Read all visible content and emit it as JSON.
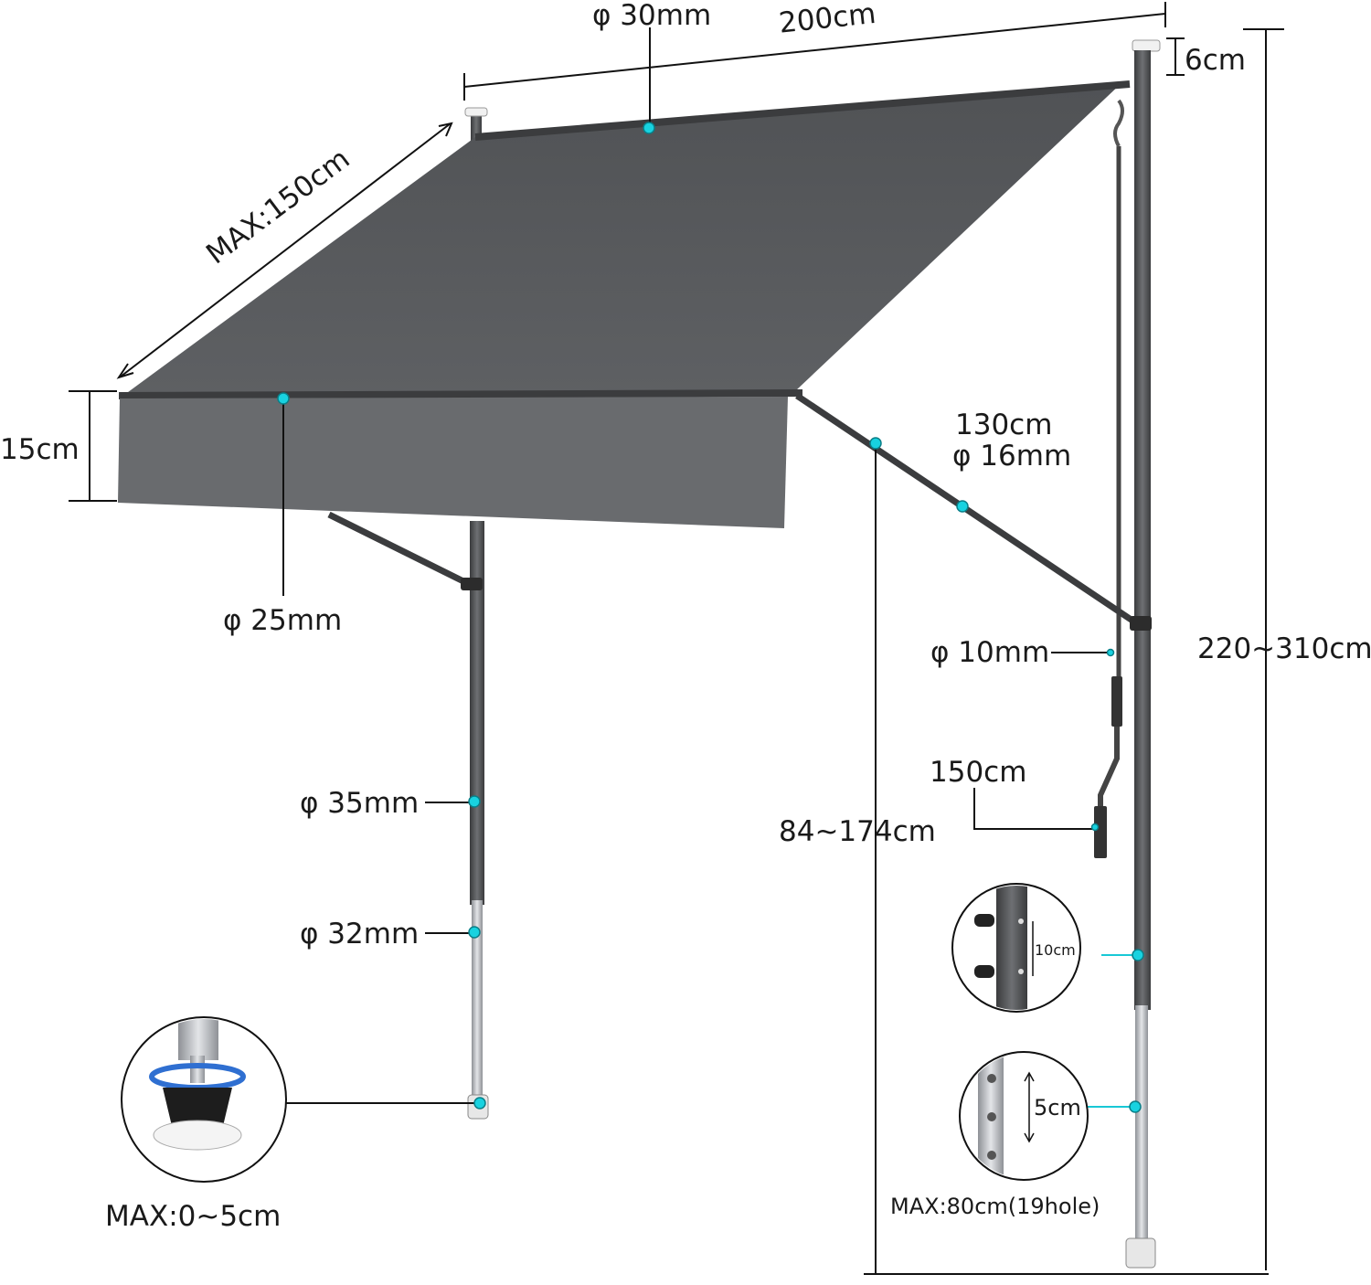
{
  "labels": {
    "top_bar_diameter": "φ 30mm",
    "width": "200cm",
    "post_cap_height": "6cm",
    "projection": "MAX:150cm",
    "valance_height": "15cm",
    "front_bar_diameter": "φ 25mm",
    "arm_length": "130cm",
    "arm_diameter": "φ 16mm",
    "total_height": "220~310cm",
    "crank_diameter": "φ 10mm",
    "crank_length": "150cm",
    "arm_mount_height": "84~174cm",
    "upper_post_diameter": "φ 35mm",
    "lower_post_diameter": "φ 32mm",
    "foot_adjustment": "MAX:0~5cm",
    "hole_spacing_upper": "10cm",
    "hole_spacing_lower": "5cm",
    "extension_range": "MAX:80cm(19hole)"
  },
  "colors": {
    "fabric": "#5b5d60",
    "fabric_dark": "#4a4c4f",
    "valance": "#6a6c6f",
    "pole": "#4a4b4d",
    "chrome": "#b9bcc0",
    "accent_dot": "#18d2e0"
  }
}
